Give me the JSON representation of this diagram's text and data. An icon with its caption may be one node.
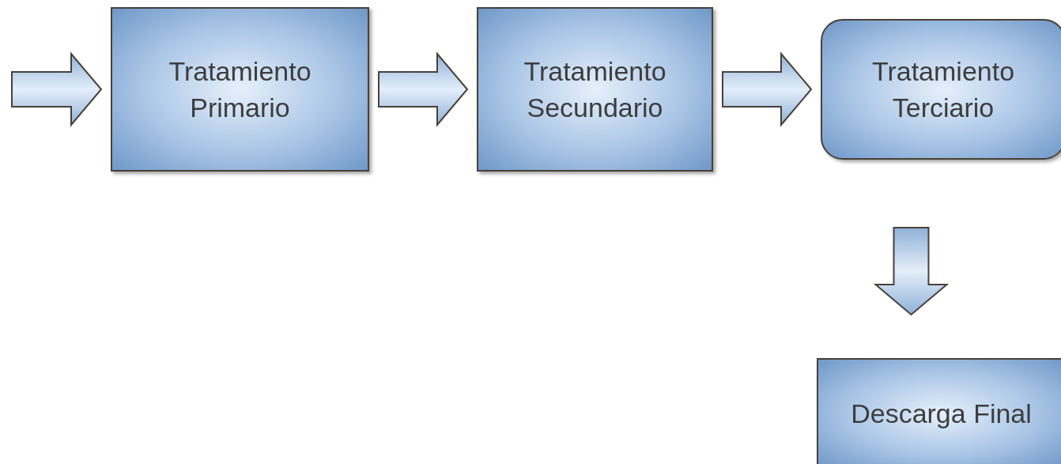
{
  "diagram": {
    "nodes": [
      {
        "text": [
          "Tratamiento Primario"
        ]
      },
      {
        "text": [
          "Tratamiento Secundario"
        ]
      },
      {
        "text": [
          "Tratamiento Terciario"
        ]
      },
      {
        "text": [
          "Descarga Final"
        ]
      }
    ],
    "edges": [
      {
        "from": null,
        "to": 0,
        "arrow": "to"
      },
      {
        "from": 0,
        "to": 1,
        "arrow": "to"
      },
      {
        "from": 1,
        "to": 2,
        "arrow": "to"
      },
      {
        "from": 2,
        "to": 3,
        "arrow": "to"
      }
    ]
  }
}
